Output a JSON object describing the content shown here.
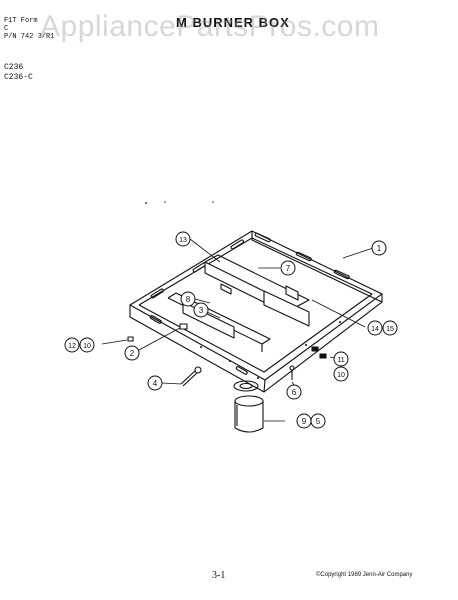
{
  "header": {
    "line1": "F1T  Form",
    "line2": "C    ",
    "line3": "P/N 742 3/R1",
    "title": "M BURNER BOX"
  },
  "models": [
    "C236",
    "C236-C"
  ],
  "watermark": "AppliancePartsPros.com",
  "callouts": {
    "c1": "1",
    "c2": "2",
    "c3": "3",
    "c4": "4",
    "c5": "5",
    "c6": "6",
    "c7": "7",
    "c8": "8",
    "c9": "9",
    "c10a": "10",
    "c10b": "10",
    "c11": "11",
    "c12": "12",
    "c13": "13",
    "c14": "14",
    "c15": "15"
  },
  "footer": {
    "page": "3-1",
    "copyright": "©Copyright 1989 Jenn-Air Company"
  }
}
